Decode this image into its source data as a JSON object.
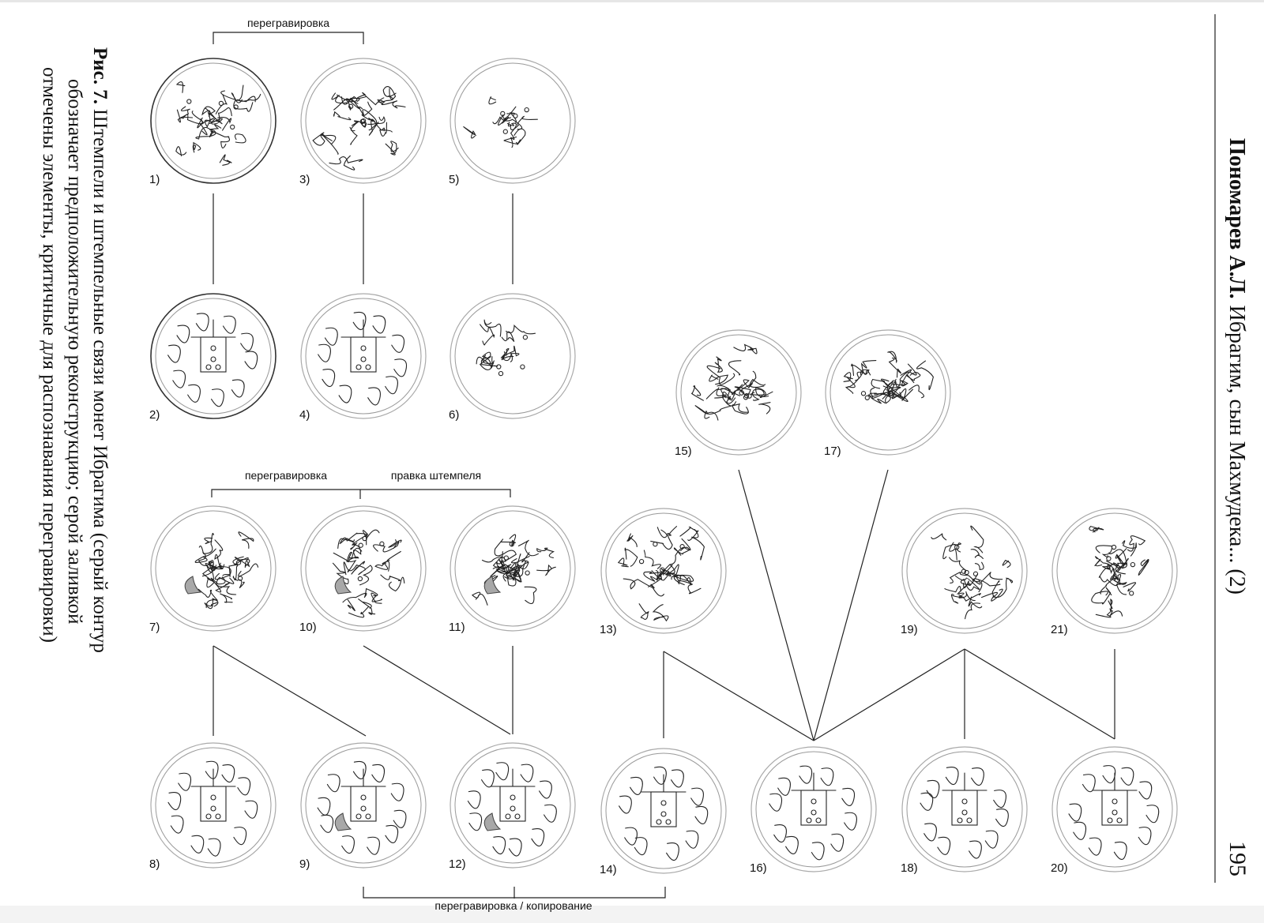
{
  "running_head": {
    "author": "Пономарев А.Л.",
    "title": "Ибрагим, сын Махмудека... (2)"
  },
  "page_number": "195",
  "caption": {
    "label": "Рис. 7.",
    "line1": "Штемпели и штемпельные связи монет Ибрагима (серый контур",
    "line2": "обозначает предположительную реконструкцию; серой заливкой",
    "line3": "отмечены элементы, критичные для распознавания перегравировки)"
  },
  "annotations": {
    "top_bracket": "перегравировка",
    "mid_bracket_left": "перегравировка",
    "mid_bracket_right": "правка штемпеля",
    "bottom_bracket": "перегравировка / копирование"
  },
  "coins": [
    {
      "label": "1)",
      "pattern": "legend"
    },
    {
      "label": "2)",
      "pattern": "tamga"
    },
    {
      "label": "3)",
      "pattern": "legend"
    },
    {
      "label": "4)",
      "pattern": "tamga"
    },
    {
      "label": "5)",
      "pattern": "partial"
    },
    {
      "label": "6)",
      "pattern": "partial"
    },
    {
      "label": "7)",
      "pattern": "legend",
      "gray_fill": true
    },
    {
      "label": "8)",
      "pattern": "tamga"
    },
    {
      "label": "9)",
      "pattern": "tamga",
      "gray_fill": true
    },
    {
      "label": "10)",
      "pattern": "legend",
      "gray_fill": true
    },
    {
      "label": "11)",
      "pattern": "legend",
      "gray_fill": true
    },
    {
      "label": "12)",
      "pattern": "tamga",
      "gray_fill": true
    },
    {
      "label": "13)",
      "pattern": "legend"
    },
    {
      "label": "14)",
      "pattern": "tamga"
    },
    {
      "label": "15)",
      "pattern": "legend"
    },
    {
      "label": "16)",
      "pattern": "tamga"
    },
    {
      "label": "17)",
      "pattern": "legend"
    },
    {
      "label": "18)",
      "pattern": "tamga"
    },
    {
      "label": "19)",
      "pattern": "legend"
    },
    {
      "label": "20)",
      "pattern": "tamga"
    },
    {
      "label": "21)",
      "pattern": "legend"
    }
  ]
}
